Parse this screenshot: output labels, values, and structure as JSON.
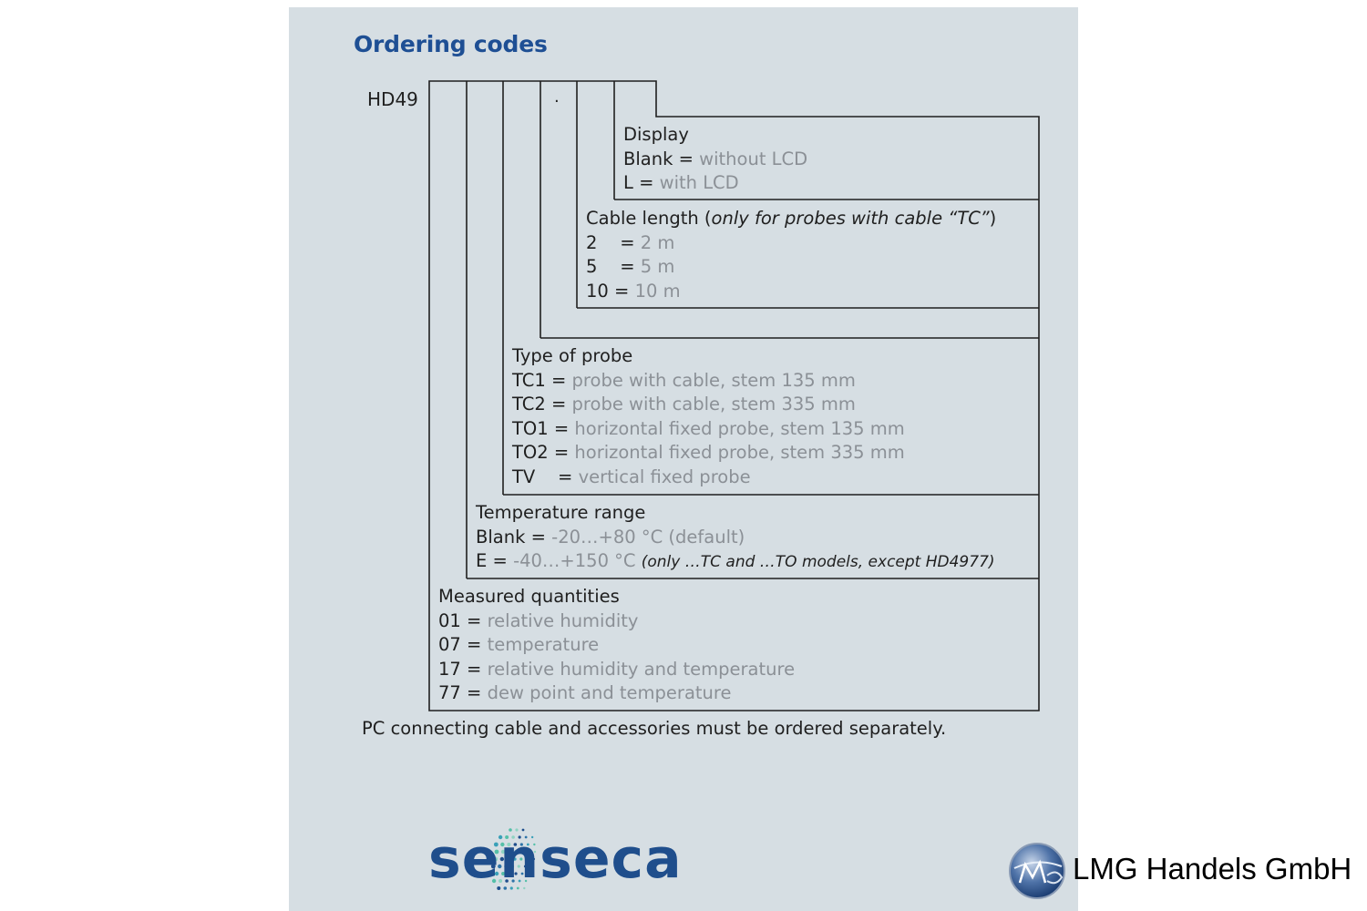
{
  "heading": "Ordering codes",
  "prefix": "HD49",
  "separator": ".",
  "display": {
    "title": "Display",
    "rows": [
      {
        "code": "Blank",
        "eq": " = ",
        "value": "without LCD"
      },
      {
        "code": "L",
        "eq": " = ",
        "value": "with LCD"
      }
    ]
  },
  "cable": {
    "title": "Cable length (",
    "title_note": "only for probes with cable “TC”",
    "title_end": ")",
    "rows": [
      {
        "code": "2",
        "eq": "    = ",
        "value": "2 m"
      },
      {
        "code": "5",
        "eq": "    = ",
        "value": "5 m"
      },
      {
        "code": "10",
        "eq": " = ",
        "value": "10 m"
      }
    ]
  },
  "probe": {
    "title": "Type of probe",
    "rows": [
      {
        "code": "TC1",
        "eq": " = ",
        "value": "probe with cable, stem 135 mm"
      },
      {
        "code": "TC2",
        "eq": " = ",
        "value": "probe with cable, stem 335 mm"
      },
      {
        "code": "TO1",
        "eq": " = ",
        "value": "horizontal fixed probe, stem 135 mm"
      },
      {
        "code": "TO2",
        "eq": " = ",
        "value": "horizontal fixed probe, stem 335 mm"
      },
      {
        "code": "TV",
        "eq": "    = ",
        "value": "vertical fixed probe"
      }
    ]
  },
  "temperature": {
    "title": "Temperature range",
    "rows": [
      {
        "code": "Blank",
        "eq": " = ",
        "value": "-20…+80 °C (default)",
        "note": ""
      },
      {
        "code": "E",
        "eq": " = ",
        "value": "-40…+150 °C ",
        "note": "(only …TC and …TO models, except HD4977)"
      }
    ]
  },
  "quantities": {
    "title": "Measured quantities",
    "rows": [
      {
        "code": "01",
        "eq": " = ",
        "value": "relative humidity"
      },
      {
        "code": "07",
        "eq": " = ",
        "value": "temperature"
      },
      {
        "code": "17",
        "eq": " = ",
        "value": "relative humidity and temperature"
      },
      {
        "code": "77",
        "eq": " = ",
        "value": "dew point and temperature"
      }
    ]
  },
  "footnote": "PC connecting cable and accessories must be ordered separately.",
  "brand": {
    "name": "senseca",
    "icon": "dotted-globe-icon",
    "color": "#1f4e8c"
  },
  "watermark": {
    "name": "LMG Handels GmbH",
    "icon": "lmg-globe-logo"
  }
}
